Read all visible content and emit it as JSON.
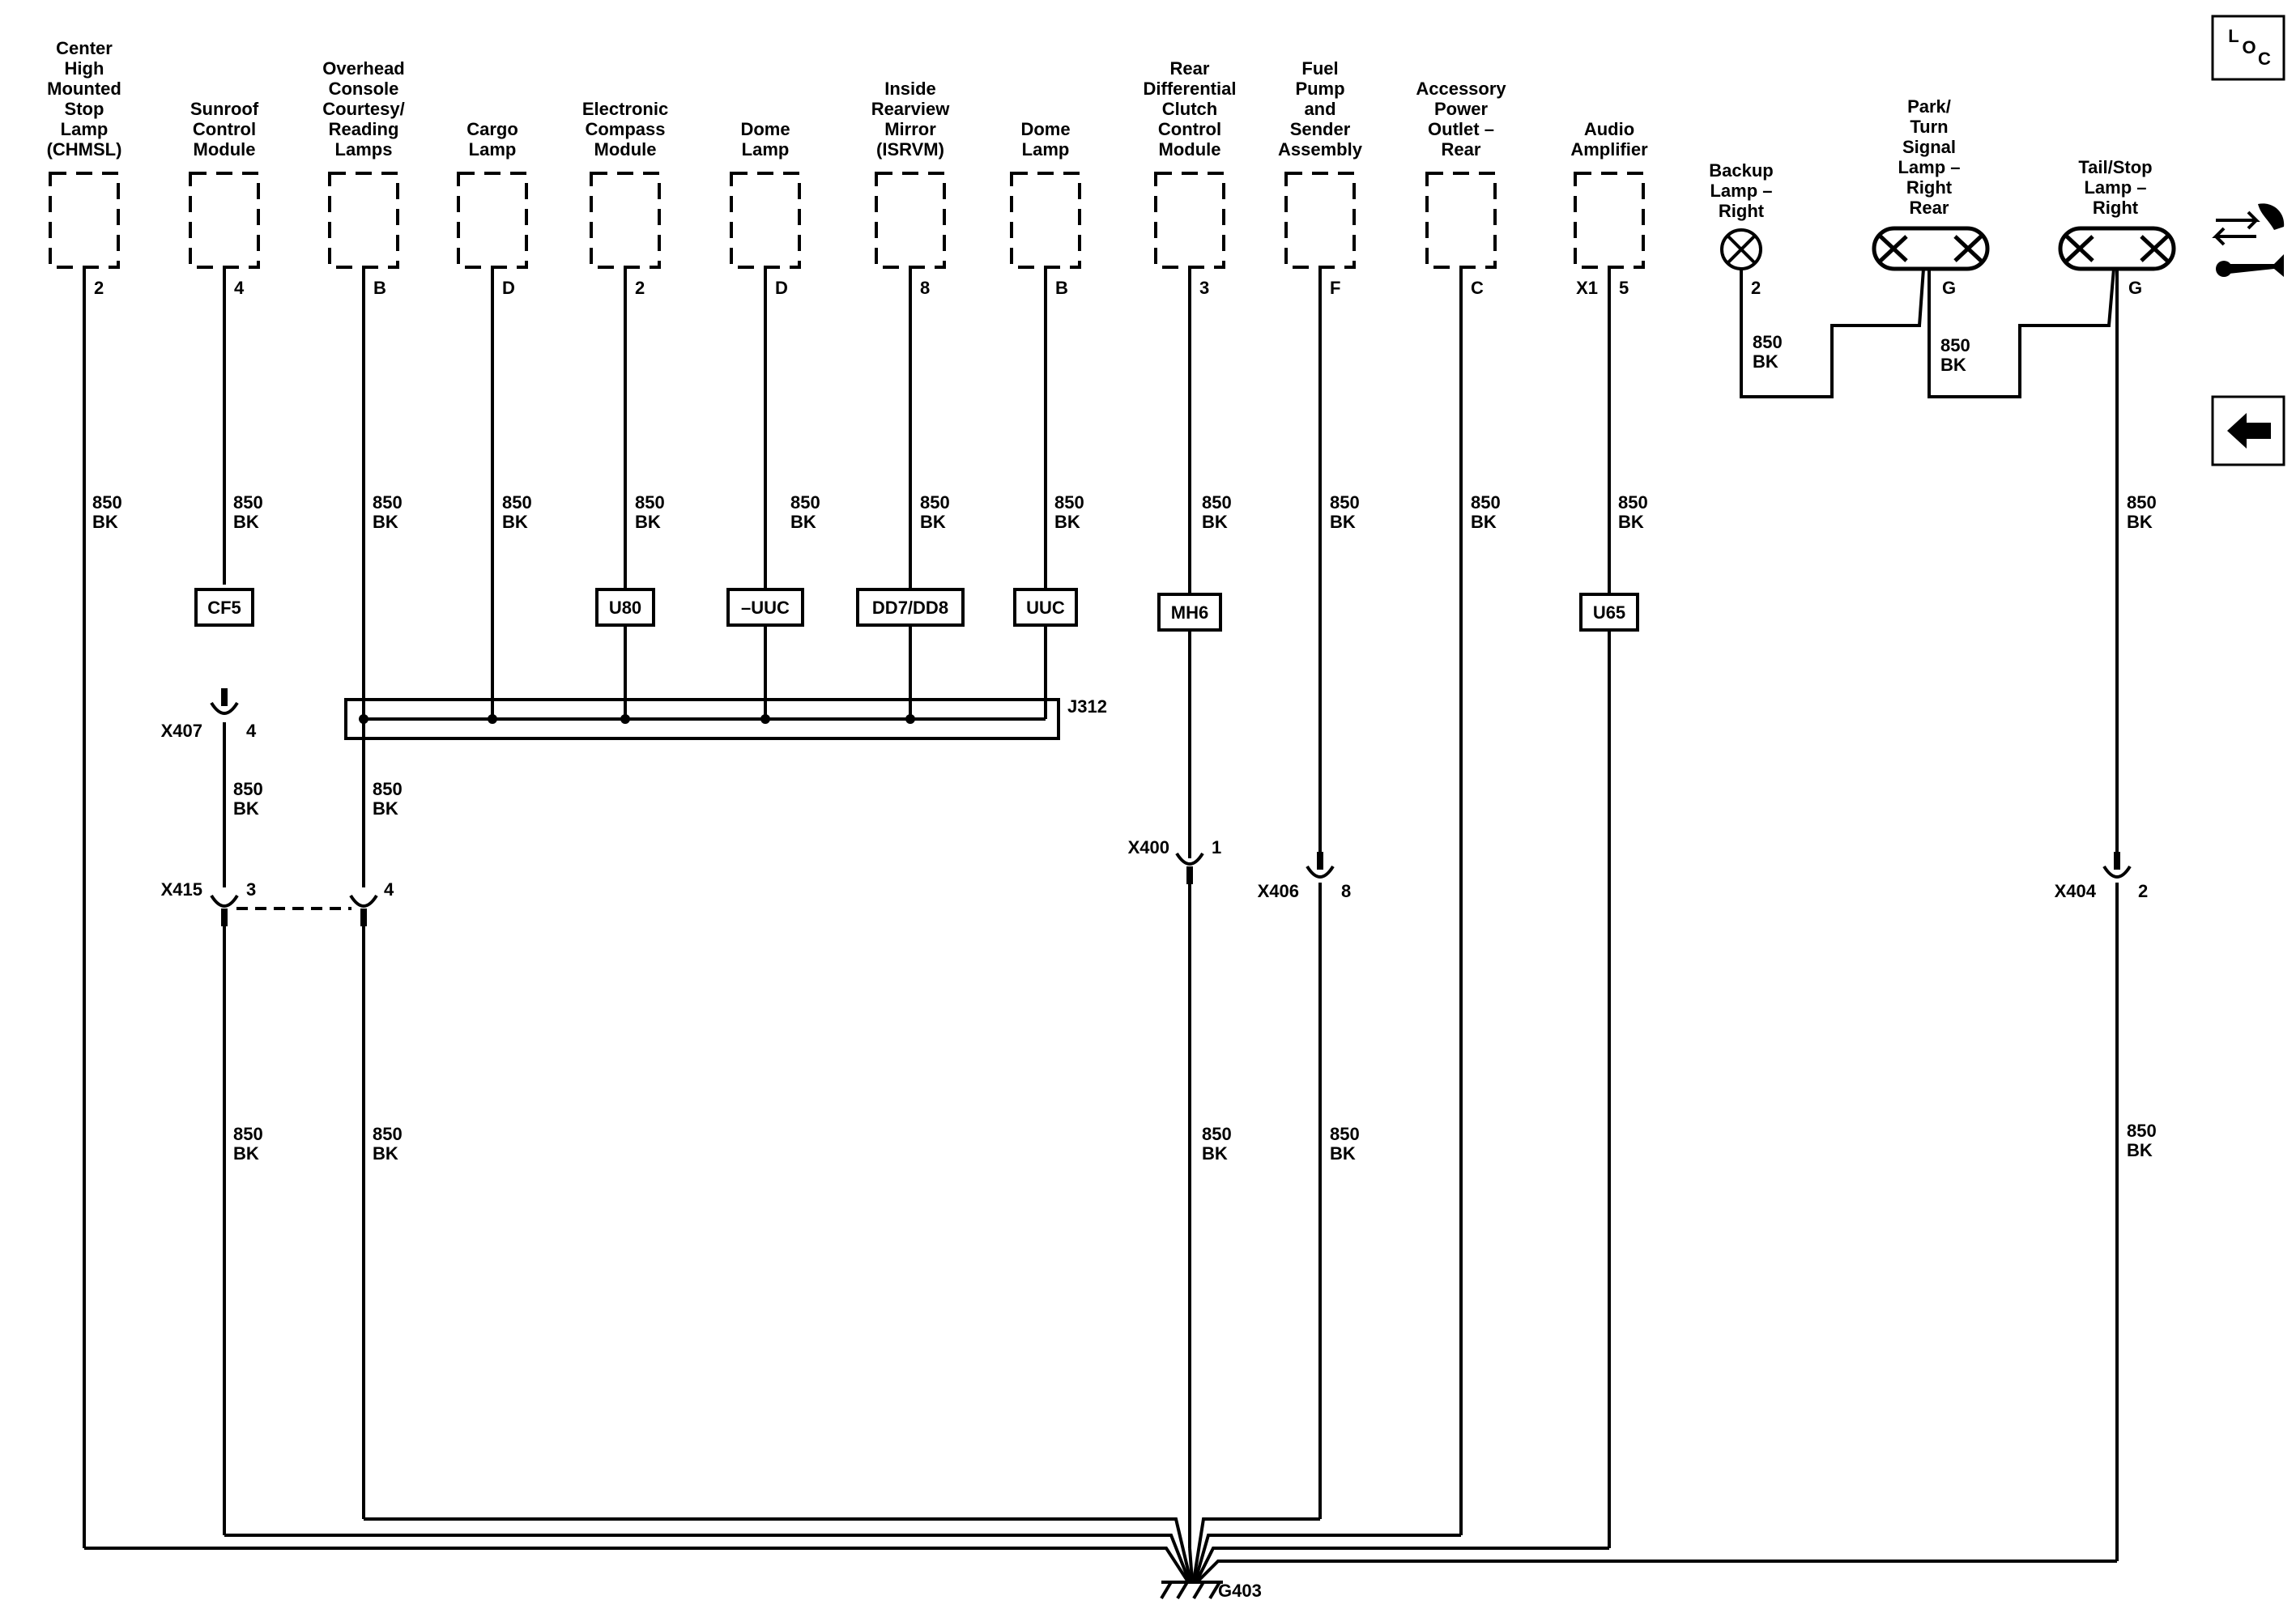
{
  "components": [
    {
      "id": "chmsl",
      "lines": [
        "Center",
        "High",
        "Mounted",
        "Stop",
        "Lamp",
        "(CHMSL)"
      ],
      "pin": "2"
    },
    {
      "id": "sunroof",
      "lines": [
        "Sunroof",
        "Control",
        "Module"
      ],
      "pin": "4"
    },
    {
      "id": "overhead",
      "lines": [
        "Overhead",
        "Console",
        "Courtesy/",
        "Reading",
        "Lamps"
      ],
      "pin": "B"
    },
    {
      "id": "cargo",
      "lines": [
        "Cargo",
        "Lamp"
      ],
      "pin": "D"
    },
    {
      "id": "compass",
      "lines": [
        "Electronic",
        "Compass",
        "Module"
      ],
      "pin": "2"
    },
    {
      "id": "dome1",
      "lines": [
        "Dome",
        "Lamp"
      ],
      "pin": "D"
    },
    {
      "id": "mirror",
      "lines": [
        "Inside",
        "Rearview",
        "Mirror",
        "(ISRVM)"
      ],
      "pin": "8"
    },
    {
      "id": "dome2",
      "lines": [
        "Dome",
        "Lamp"
      ],
      "pin": "B"
    },
    {
      "id": "rdccm",
      "lines": [
        "Rear",
        "Differential",
        "Clutch",
        "Control",
        "Module"
      ],
      "pin": "3"
    },
    {
      "id": "fuel",
      "lines": [
        "Fuel",
        "Pump",
        "and",
        "Sender",
        "Assembly"
      ],
      "pin": "F"
    },
    {
      "id": "accessory",
      "lines": [
        "Accessory",
        "Power",
        "Outlet –",
        "Rear"
      ],
      "pin": "C"
    },
    {
      "id": "audio",
      "lines": [
        "Audio",
        "Amplifier"
      ],
      "pin": "5",
      "connector": "X1"
    }
  ],
  "lamps": [
    {
      "id": "backup",
      "lines": [
        "Backup",
        "Lamp –",
        "Right"
      ],
      "pin": "2"
    },
    {
      "id": "park",
      "lines": [
        "Park/",
        "Turn",
        "Signal",
        "Lamp –",
        "Right",
        "Rear"
      ],
      "pin": "G"
    },
    {
      "id": "tail",
      "lines": [
        "Tail/Stop",
        "Lamp –",
        "Right"
      ],
      "pin": "G"
    }
  ],
  "wire": {
    "circuit": "850",
    "color": "BK"
  },
  "options": {
    "sunroof": "CF5",
    "compass": "U80",
    "dome1": "–UUC",
    "mirror": "DD7/DD8",
    "dome2": "UUC",
    "rdccm": "MH6",
    "audio": "U65"
  },
  "connectors": {
    "x407": {
      "name": "X407",
      "pin": "4"
    },
    "x415": {
      "name": "X415",
      "pin": "3"
    },
    "x415b": {
      "pin": "4"
    },
    "x400": {
      "name": "X400",
      "pin": "1"
    },
    "x406": {
      "name": "X406",
      "pin": "8"
    },
    "x404": {
      "name": "X404",
      "pin": "2"
    }
  },
  "splice": "J312",
  "ground": "G403",
  "side_icons": {
    "loc": [
      "L",
      "O",
      "C"
    ],
    "loc_icon": "location-icon",
    "tools_icon": "service-tools-icon",
    "back_icon": "back-arrow-icon"
  }
}
